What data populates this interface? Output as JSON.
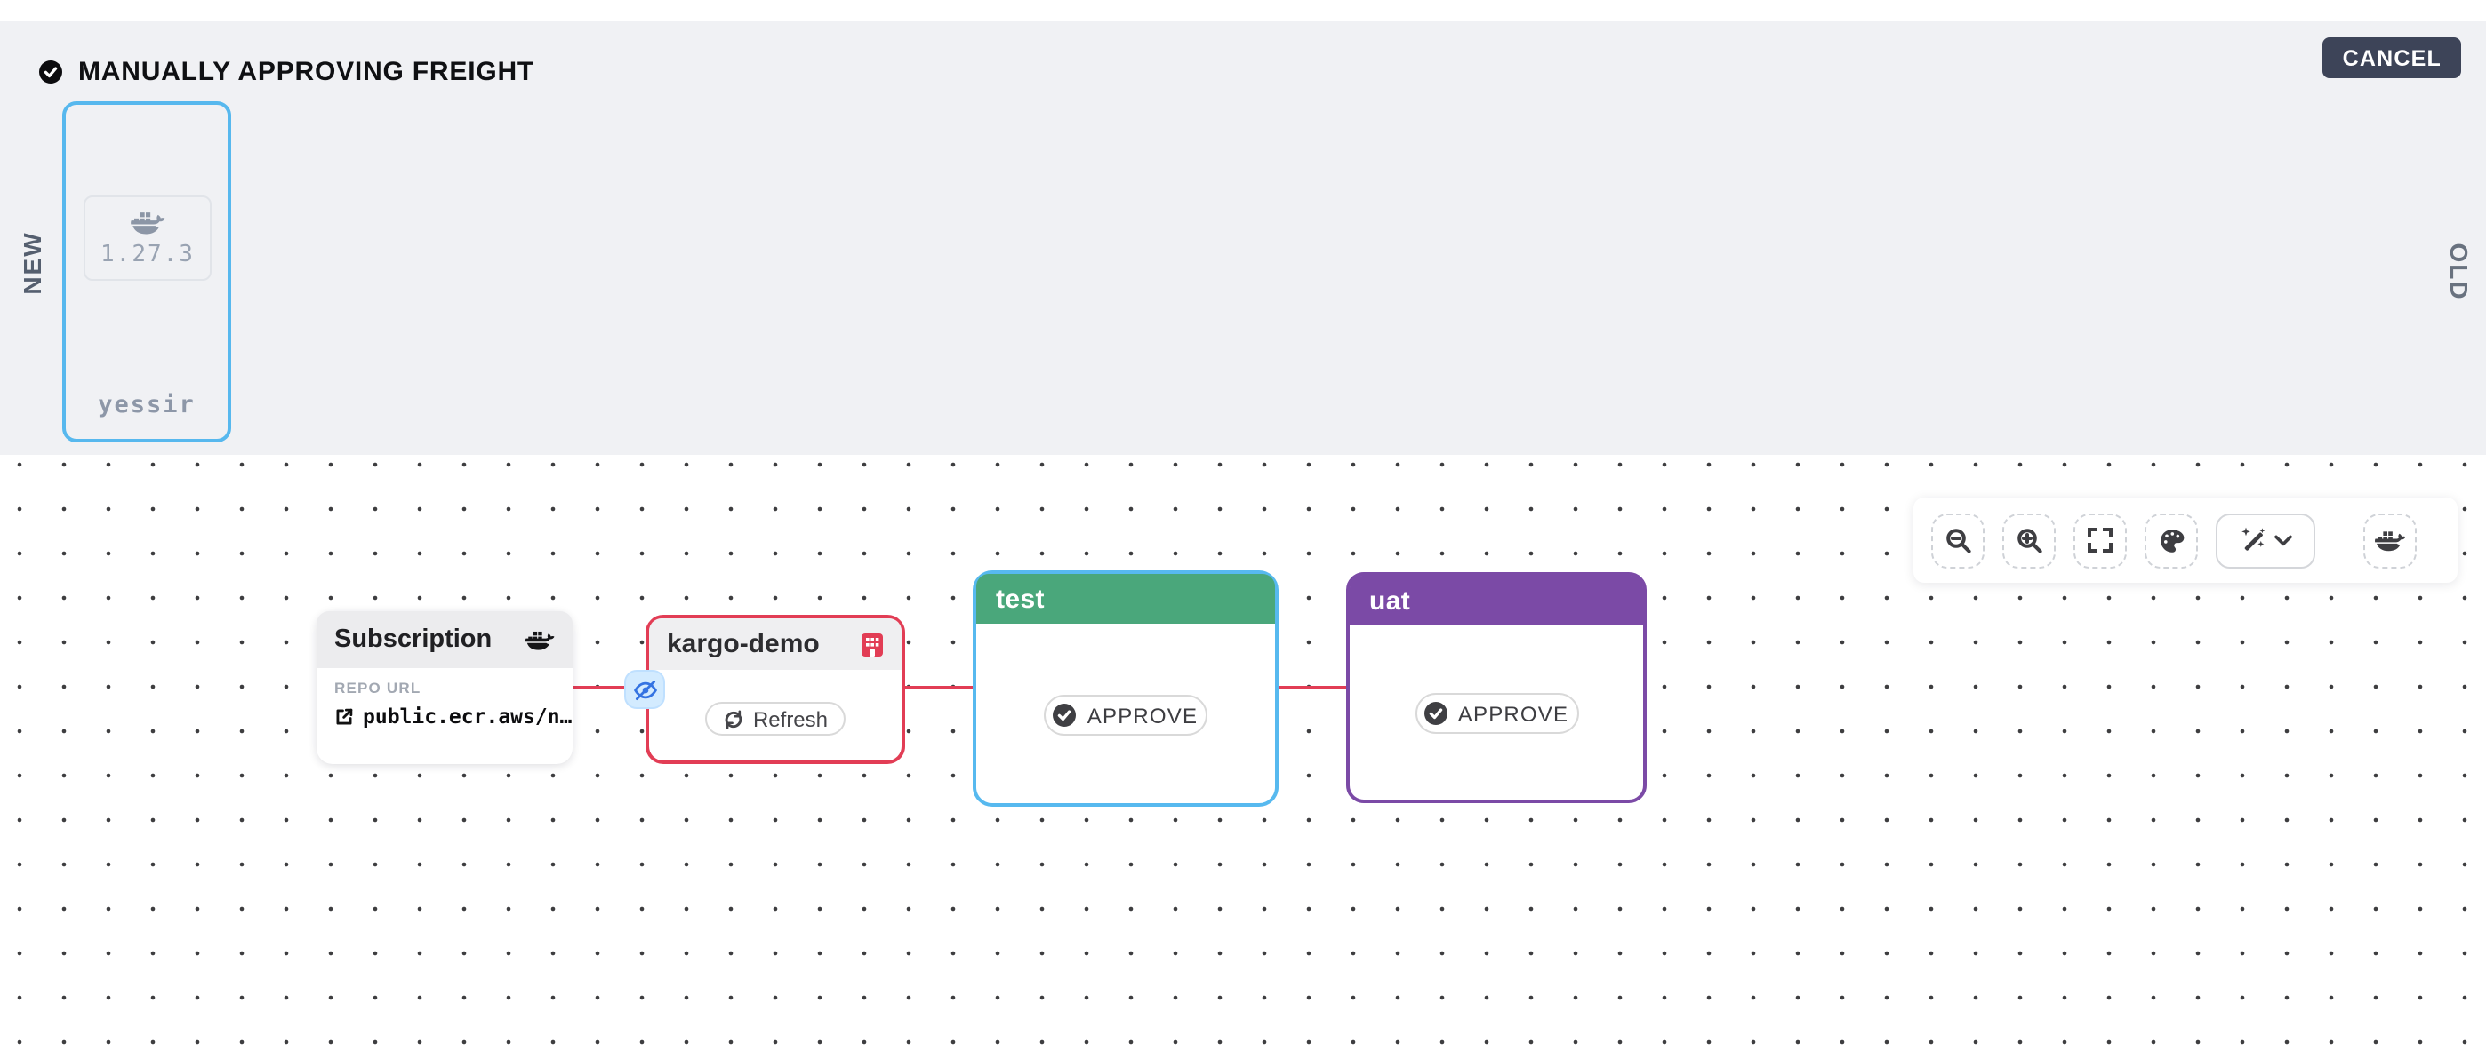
{
  "banner": {
    "title": "MANUALLY APPROVING FREIGHT",
    "cancel_label": "CANCEL",
    "new_label": "NEW",
    "old_label": "OLD"
  },
  "freight": {
    "version": "1.27.3",
    "alias": "yessir",
    "icon": "docker-whale-icon"
  },
  "pipeline": {
    "subscription": {
      "title": "Subscription",
      "icon": "docker-whale-icon",
      "repo_label": "REPO URL",
      "repo_url": "public.ecr.aws/n…"
    },
    "warehouse": {
      "title": "kargo-demo",
      "icon": "warehouse-building-icon",
      "refresh_label": "Refresh",
      "hidden_subscriptions_badge": "eye-slash-icon"
    },
    "stages": [
      {
        "name": "test",
        "approve_label": "APPROVE",
        "header_color": "#4aa77b",
        "border_color": "#57b9ef"
      },
      {
        "name": "uat",
        "approve_label": "APPROVE",
        "header_color": "#7b4aa6",
        "border_color": "#7b4aa6"
      }
    ]
  },
  "toolbar": {
    "buttons": [
      {
        "icon": "zoom-out-icon"
      },
      {
        "icon": "zoom-in-icon"
      },
      {
        "icon": "fit-view-icon"
      },
      {
        "icon": "palette-icon"
      },
      {
        "icon": "magic-wand-icon",
        "has_dropdown": true
      },
      {
        "icon": "docker-whale-icon"
      }
    ]
  },
  "colors": {
    "banner_bg": "#f0f1f4",
    "cancel_bg": "#3d4458",
    "connection_red": "#e23d55",
    "selected_blue": "#57b9ef",
    "test_green": "#4aa77b",
    "uat_purple": "#7b4aa6",
    "eye_badge_bg": "#d3ebff",
    "eye_icon_blue": "#3473e2"
  }
}
